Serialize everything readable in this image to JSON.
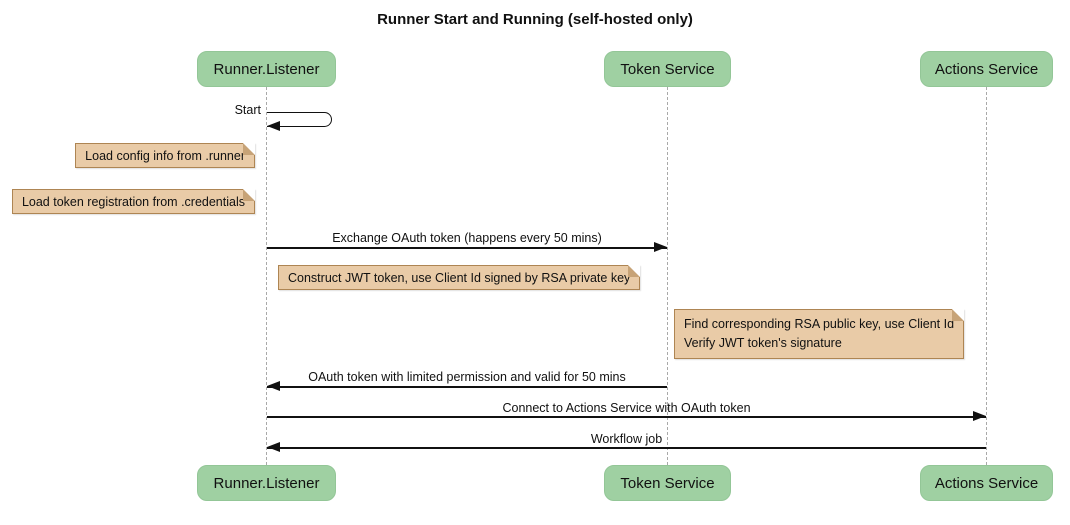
{
  "title": "Runner Start and Running (self-hosted only)",
  "participants": [
    {
      "id": "runner-listener",
      "label": "Runner.Listener"
    },
    {
      "id": "token-service",
      "label": "Token Service"
    },
    {
      "id": "actions-service",
      "label": "Actions Service"
    }
  ],
  "self_message": {
    "label": "Start",
    "on": "runner-listener"
  },
  "messages": [
    {
      "label": "Exchange OAuth token (happens every 50 mins)",
      "from": "runner-listener",
      "to": "token-service",
      "direction": "right"
    },
    {
      "label": "OAuth token with limited permission and valid for 50 mins",
      "from": "token-service",
      "to": "runner-listener",
      "direction": "left"
    },
    {
      "label": "Connect to Actions Service with OAuth token",
      "from": "runner-listener",
      "to": "actions-service",
      "direction": "right"
    },
    {
      "label": "Workflow job",
      "from": "actions-service",
      "to": "runner-listener",
      "direction": "left"
    }
  ],
  "notes": [
    {
      "text": "Load config info from .runner",
      "anchor": "left-of-runner-listener"
    },
    {
      "text": "Load token registration from .credentials",
      "anchor": "left-of-runner-listener"
    },
    {
      "text": "Construct JWT token, use Client Id signed by RSA private key",
      "anchor": "between-runner-and-token"
    },
    {
      "lines": [
        "Find corresponding RSA public key, use Client Id",
        "Verify JWT token's signature"
      ],
      "anchor": "left-of-actions-service"
    }
  ],
  "colors": {
    "background": "#ffffff",
    "participant_fill": "#9fd0a2",
    "participant_border": "#93c697",
    "note_fill": "#e9cba7",
    "note_border": "#ae8553",
    "lifeline": "#a9a9a9",
    "arrow": "#111111",
    "text": "#111111"
  }
}
